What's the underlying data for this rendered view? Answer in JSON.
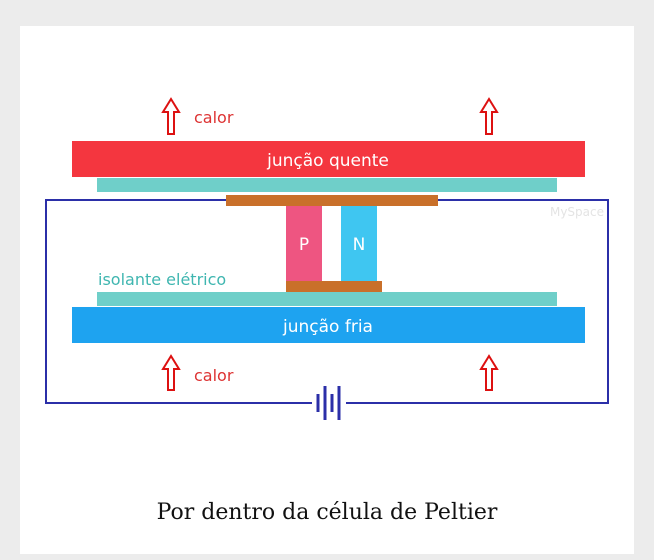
{
  "diagram": {
    "hot_junction_label": "junção quente",
    "cold_junction_label": "junção fria",
    "heat_top_label": "calor",
    "heat_bottom_label": "calor",
    "insulator_label": "isolante elétrico",
    "p_label": "P",
    "n_label": "N",
    "watermark": "MySpace"
  },
  "caption": "Por dentro da célula de Peltier",
  "colors": {
    "hot": "#f4363f",
    "cold": "#1ea3f0",
    "insulator": "#6fcfc9",
    "conductor": "#c9702a",
    "p": "#ee5581",
    "n": "#3fc6f1",
    "circuit": "#2b2fa8",
    "arrow": "#dd1111"
  }
}
